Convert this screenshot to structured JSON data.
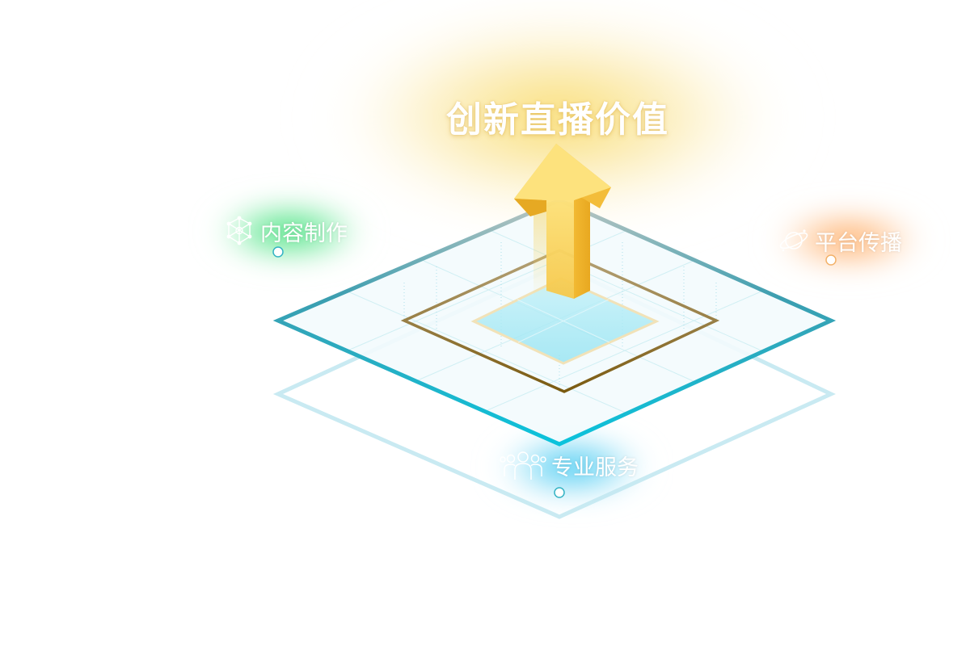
{
  "title": "创新直播价值",
  "tags": [
    {
      "label": "内容制作",
      "icon": "network-nodes-icon",
      "color": "#2fe07a"
    },
    {
      "label": "平台传播",
      "icon": "planet-icon",
      "color": "#ffab5c"
    },
    {
      "label": "专业服务",
      "icon": "user-group-icon",
      "color": "#33c9f0"
    }
  ],
  "colors": {
    "title_glow": "#f9dc6e",
    "arrow": "#fcd54d",
    "main_frame": "#13b8cf",
    "inner_frame": "#8a6a1c",
    "lower_frame": "#b6e3ee"
  }
}
